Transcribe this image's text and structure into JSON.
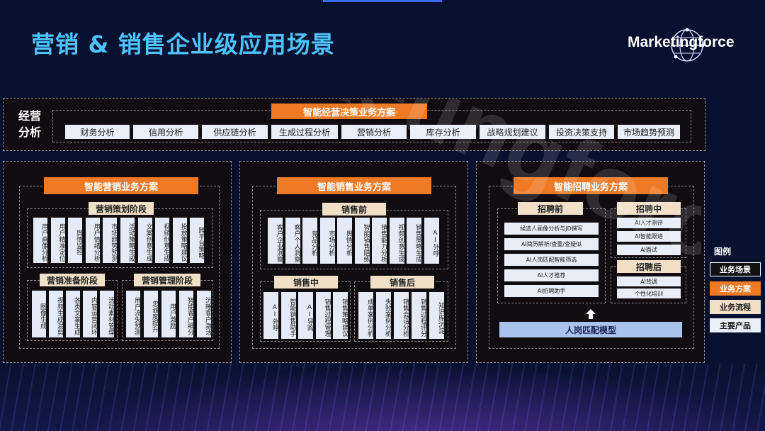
{
  "title": "营销 & 销售企业级应用场景",
  "logo": {
    "text": "Marketingforce",
    "icon": "globe-icon"
  },
  "watermark": {
    "text": "Marketingforce"
  },
  "colors": {
    "title": "#4ec3ff",
    "orange": "#ef7a25",
    "tan": "#f2dfc8",
    "tile": "#e9eef8",
    "model": "#a9c3ee"
  },
  "operations": {
    "side_label_line1": "经营",
    "side_label_line2": "分析",
    "head": "智能经营决策业务方案",
    "items": [
      "财务分析",
      "信用分析",
      "供应链分析",
      "生成过程分析",
      "营销分析",
      "库存分析",
      "战略规划建议",
      "投资决策支持",
      "市场趋势预测"
    ]
  },
  "marketing": {
    "head": "智能营销业务方案",
    "planning": {
      "head": "营销策划阶段",
      "items": [
        "用户画像分析",
        "用户精准定位",
        "舆情监控",
        "用户情绪分析",
        "市场趋势预测",
        "活动策略生成",
        "文案创意生成",
        "视频创意生成",
        "投放策略建议",
        "跨平台策略"
      ]
    },
    "prep": {
      "head": "营销准备阶段",
      "items": [
        "图像生成",
        "视频生成混剪",
        "各类文案生成",
        "内容运营闭环",
        "活动素材管理"
      ]
    },
    "manage": {
      "head": "营销管理阶段",
      "items": [
        "用户流失预测",
        "忠诚度提升",
        "用户激励",
        "智能客户细分",
        "沉睡客户激活"
      ]
    }
  },
  "sales": {
    "head": "智能销售业务方案",
    "pre": {
      "head": "销售前",
      "items": [
        "客户企业洞察",
        "客户个人洞察",
        "竞品分析",
        "市场分析",
        "舆情分析",
        "智能销售陪练",
        "销售能力分析",
        "视频创意生成",
        "销售策略生成",
        "AI外呼"
      ]
    },
    "mid": {
      "head": "销售中",
      "items": [
        "AI外呼",
        "智能销售助手",
        "AI导购",
        "销售过程管理",
        "销售策略建议"
      ]
    },
    "post": {
      "head": "销售后",
      "items": [
        "成单案例分析",
        "失败案例分析",
        "销售会话分析",
        "销售过程评分",
        "知识库沉淀"
      ]
    }
  },
  "recruit": {
    "head": "智能招聘业务方案",
    "pre": {
      "head": "招聘前",
      "items": [
        "候选人画像分析与JD撰写",
        "AI简历解析/查重/查疑似",
        "AI人岗匹配智能筛选",
        "AI人才推荐",
        "AI招聘助手"
      ]
    },
    "mid": {
      "head": "招聘中",
      "items": [
        "AI人才测评",
        "AI智能跟进",
        "AI面试"
      ]
    },
    "post": {
      "head": "招聘后",
      "items": [
        "AI背调",
        "个性化培训"
      ]
    },
    "model": "人岗匹配模型"
  },
  "legend": {
    "title": "图例",
    "items": [
      "业务场景",
      "业务方案",
      "业务流程",
      "主要产品"
    ]
  }
}
